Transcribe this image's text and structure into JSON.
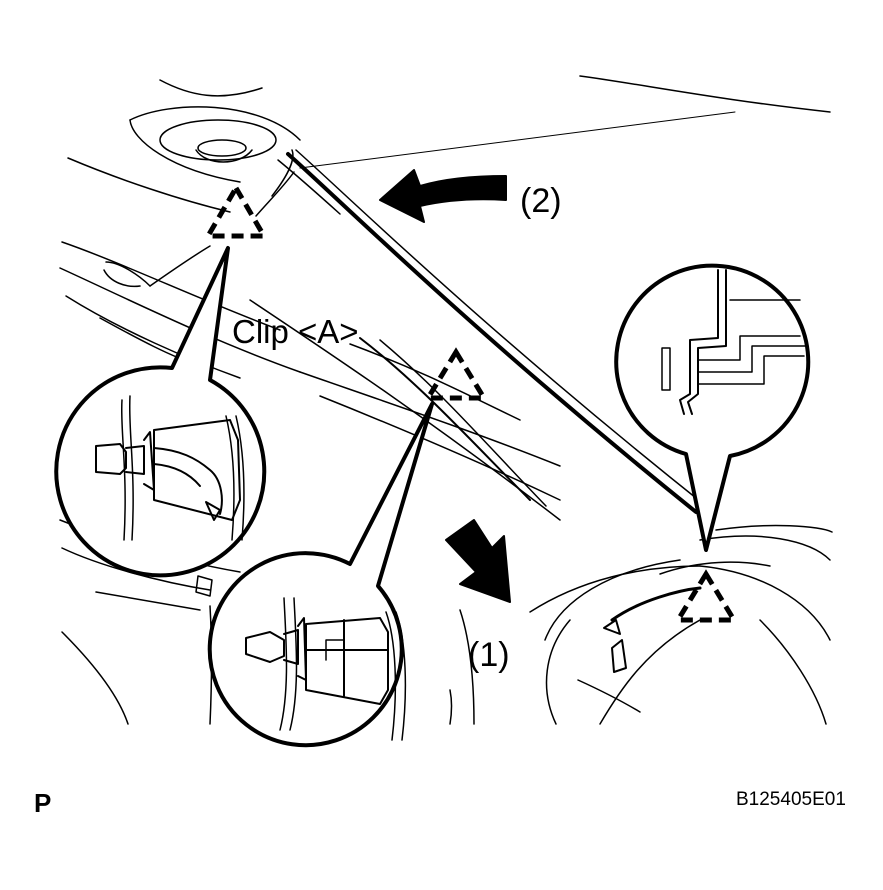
{
  "labels": {
    "clip": "Clip <A>",
    "step1": "(1)",
    "step2": "(2)",
    "view": "P",
    "figure_code": "B125405E01"
  },
  "icons": {
    "clip_marker": "dashed-triangle-icon",
    "step_arrow": "filled-curved-arrow-icon",
    "detail_view": "magnifier-callout-icon"
  },
  "colors": {
    "ink": "#000000",
    "paper": "#ffffff"
  }
}
